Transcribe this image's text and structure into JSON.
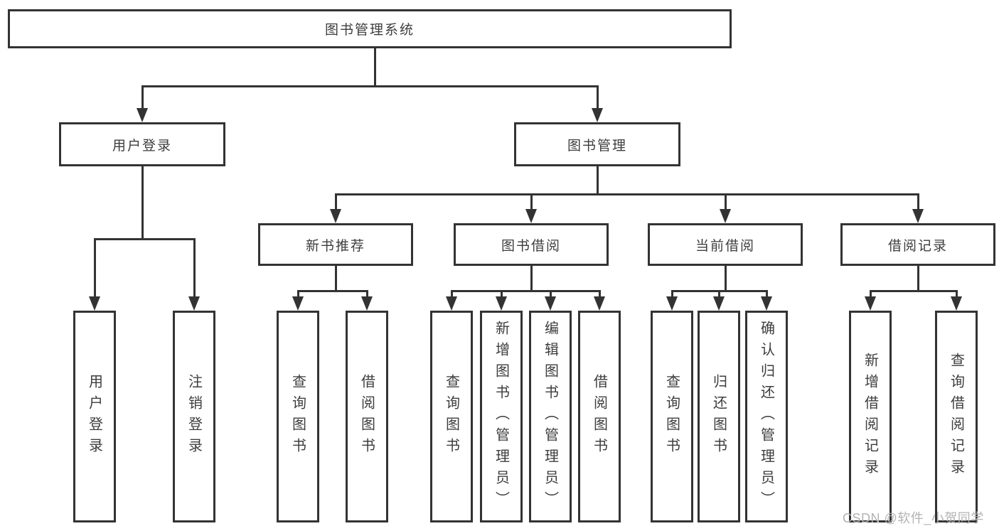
{
  "title": {
    "label": "图书管理系统"
  },
  "branches": [
    {
      "label": "用户登录",
      "children": [
        {
          "label": "用户登录"
        },
        {
          "label": "注销登录"
        }
      ]
    },
    {
      "label": "图书管理",
      "children": [
        {
          "label": "新书推荐",
          "children": [
            {
              "label": "查询图书"
            },
            {
              "label": "借阅图书"
            }
          ]
        },
        {
          "label": "图书借阅",
          "children": [
            {
              "label": "查询图书"
            },
            {
              "label": "新增图书（管理员）"
            },
            {
              "label": "编辑图书（管理员）"
            },
            {
              "label": "借阅图书"
            }
          ]
        },
        {
          "label": "当前借阅",
          "children": [
            {
              "label": "查询图书"
            },
            {
              "label": "归还图书"
            },
            {
              "label": "确认归还（管理员）"
            }
          ]
        },
        {
          "label": "借阅记录",
          "children": [
            {
              "label": "新增借阅记录"
            },
            {
              "label": "查询借阅记录"
            }
          ]
        }
      ]
    }
  ],
  "watermark": {
    "text": "CSDN @软件_小贺同学"
  },
  "colors": {
    "line": "#333333",
    "text": "#3d3d3d",
    "watermark": "#b3b3b3",
    "background": "#ffffff"
  }
}
